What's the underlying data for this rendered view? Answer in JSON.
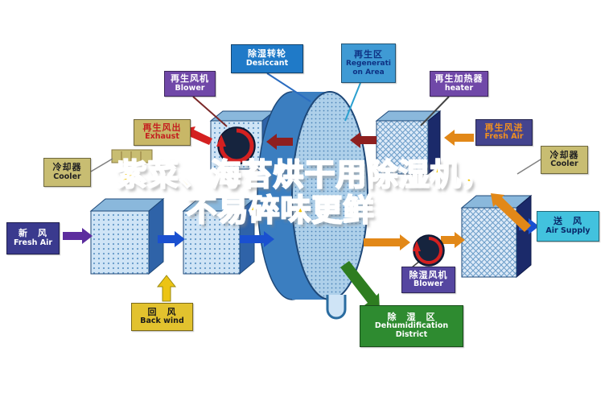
{
  "watermark": {
    "line1": "紫菜、海苔烘干用除湿机，",
    "line2": "不易碎味更鲜",
    "color": "#f2c400"
  },
  "labels": {
    "regen_blower": {
      "zh": "再生风机",
      "en": "Blower",
      "bg": "#7048a8",
      "fg": "#ffffff"
    },
    "desiccant": {
      "zh": "除湿转轮",
      "en": "Desiccant",
      "bg": "#1f7ac8",
      "fg": "#ffffff"
    },
    "regen_area": {
      "zh": "再生区",
      "en1": "Regenerati",
      "en2": "on Area",
      "bg": "#3f9ad4",
      "fg": "#0e3284"
    },
    "regen_heater": {
      "zh": "再生加热器",
      "en": "heater",
      "bg": "#7048a8",
      "fg": "#ffffff"
    },
    "exhaust": {
      "zh": "再生风出",
      "en": "Exhaust",
      "bg": "#c8b767",
      "fg": "#c42020"
    },
    "regen_fresh_air": {
      "zh": "再生风进",
      "en": "Fresh Air",
      "bg": "#44448e",
      "fg": "#f09020"
    },
    "cooler_left": {
      "zh": "冷却器",
      "en": "Cooler",
      "bg": "#c8bd72",
      "fg": "#222222"
    },
    "cooler_right": {
      "zh": "冷却器",
      "en": "Cooler",
      "bg": "#c8bd72",
      "fg": "#222222"
    },
    "fresh_air": {
      "zh": "新　风",
      "en": "Fresh Air",
      "bg": "#3a3a8e",
      "fg": "#ffffff"
    },
    "back_wind": {
      "zh": "回　风",
      "en": "Back wind",
      "bg": "#e2c22e",
      "fg": "#1a1a1a"
    },
    "air_supply": {
      "zh": "送　风",
      "en": "Air Supply",
      "bg": "#42c2de",
      "fg": "#0a2a6a"
    },
    "dehum_blower": {
      "zh": "除湿风机",
      "en": "Blower",
      "bg": "#5546a0",
      "fg": "#ffffff"
    },
    "dehum_district": {
      "zh": "除　湿　区",
      "en1": "Dehumidification",
      "en2": "District",
      "bg": "#2e8b30",
      "fg": "#ffffff"
    }
  },
  "colors": {
    "arrow_blue": "#1a50d0",
    "arrow_purple": "#5c2d9e",
    "arrow_orange": "#e28818",
    "arrow_dark_red": "#8e1f1f",
    "arrow_red": "#d42020",
    "arrow_yellow": "#ecc414",
    "arrow_green": "#2e7d20",
    "rotor_body": "#3b7ec0",
    "box_top": "#8ab8dc",
    "box_side": "#2f63a8",
    "box_side_dark": "#1b2a6a",
    "fan_dark": "#16243e",
    "fan_red": "#d42020"
  }
}
